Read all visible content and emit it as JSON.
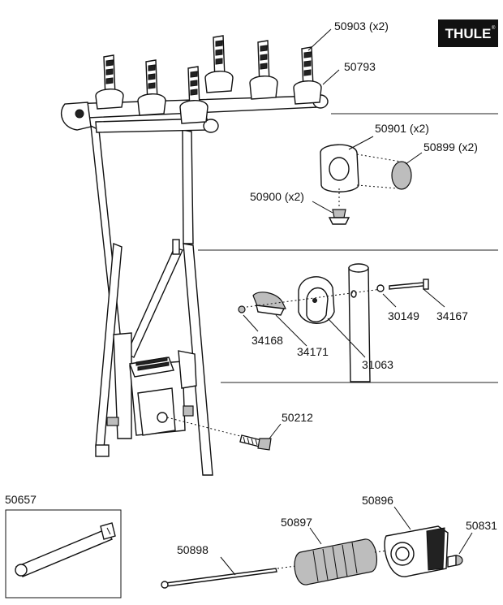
{
  "brand": {
    "name": "THULE",
    "mark": "®"
  },
  "labels": {
    "p50903": "50903 (x2)",
    "p50793": "50793",
    "p50901": "50901 (x2)",
    "p50899": "50899 (x2)",
    "p50900": "50900 (x2)",
    "p30149": "30149",
    "p34167": "34167",
    "p34168": "34168",
    "p34171": "34171",
    "p31063": "31063",
    "p50212": "50212",
    "p50657": "50657",
    "p50896": "50896",
    "p50897": "50897",
    "p50831": "50831",
    "p50898": "50898"
  }
}
